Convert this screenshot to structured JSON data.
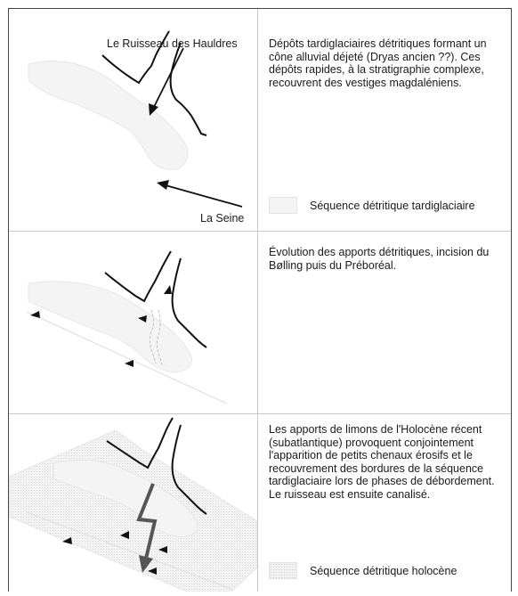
{
  "panels": [
    {
      "labels": {
        "stream": "Le Ruisseau des Hauldres",
        "river": "La Seine"
      },
      "description": "Dépôts tardiglaciaires détritiques formant un cône alluvial déjeté (Dryas ancien ??). Ces dépôts rapides, à la stratigraphie complexe, recouvrent des vestiges magdaléniens.",
      "legend": {
        "label": "Séquence détritique tardiglaciaire"
      }
    },
    {
      "description": "Évolution des apports détritiques, incision du Bølling puis du Préboréal."
    },
    {
      "description": "Les apports de limons de l'Holocène récent (subatlantique) provoquent conjointement l'apparition de petits chenaux érosifs et le recouvrement des bordures de la séquence tardiglaciaire lors de phases de débordement. Le ruisseau est ensuite canalisé.",
      "legend": {
        "label": "Séquence détritique holocène"
      }
    }
  ],
  "colors": {
    "border": "#444444",
    "divider": "#c8c8c8",
    "deposit_fill": "#f4f4f4",
    "holocene_fill": "#f2f2f2",
    "stream_line": "#111111",
    "canal_arrow": "#555555"
  }
}
